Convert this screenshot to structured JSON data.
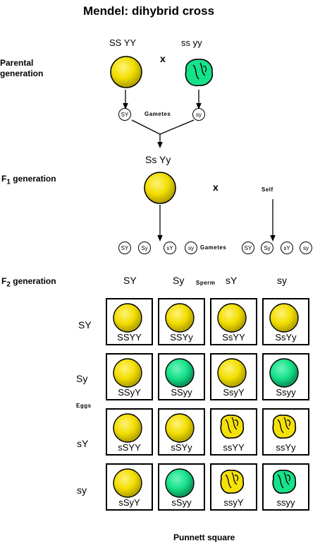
{
  "title": "Mendel: dihybrid cross",
  "parental": {
    "label_line1": "Parental",
    "label_line2": "generation",
    "left_genotype": "SS YY",
    "right_genotype": "ss yy",
    "cross_symbol": "x",
    "gametes_label": "Gametes",
    "left_gamete": "SY",
    "right_gamete": "sy"
  },
  "f1": {
    "label_prefix": "F",
    "label_sub": "1",
    "label_suffix": "generation",
    "genotype": "Ss Yy",
    "cross_symbol": "x",
    "self_label": "Self",
    "gametes_label": "Gametes",
    "left_gametes": [
      "SY",
      "Sy",
      "sY",
      "sy"
    ],
    "right_gametes": [
      "SY",
      "Sy",
      "sY",
      "sy"
    ]
  },
  "f2": {
    "label_prefix": "F",
    "label_sub": "2",
    "label_suffix": "generation",
    "sperm_label": "Sperm",
    "eggs_label": "Eggs",
    "columns": [
      "SY",
      "Sy",
      "sY",
      "sy"
    ],
    "rows": [
      "SY",
      "Sy",
      "sY",
      "sy"
    ],
    "cells": [
      [
        "SSYY",
        "SSYy",
        "SsYY",
        "SsYy"
      ],
      [
        "SSyY",
        "SSyy",
        "SsyY",
        "Ssyy"
      ],
      [
        "sSYY",
        "sSYy",
        "ssYY",
        "ssYy"
      ],
      [
        "sSyY",
        "sSyy",
        "ssyY",
        "ssyy"
      ]
    ],
    "phenotypes": [
      [
        "round-yellow",
        "round-yellow",
        "round-yellow",
        "round-yellow"
      ],
      [
        "round-yellow",
        "round-green",
        "round-yellow",
        "round-green"
      ],
      [
        "round-yellow",
        "round-yellow",
        "wrinkled-yellow",
        "wrinkled-yellow"
      ],
      [
        "round-yellow",
        "round-green",
        "wrinkled-yellow",
        "wrinkled-green"
      ]
    ],
    "caption": "Punnett square"
  },
  "colors": {
    "yellow": "#f5e10a",
    "green": "#16e28a",
    "outline": "#000000"
  }
}
